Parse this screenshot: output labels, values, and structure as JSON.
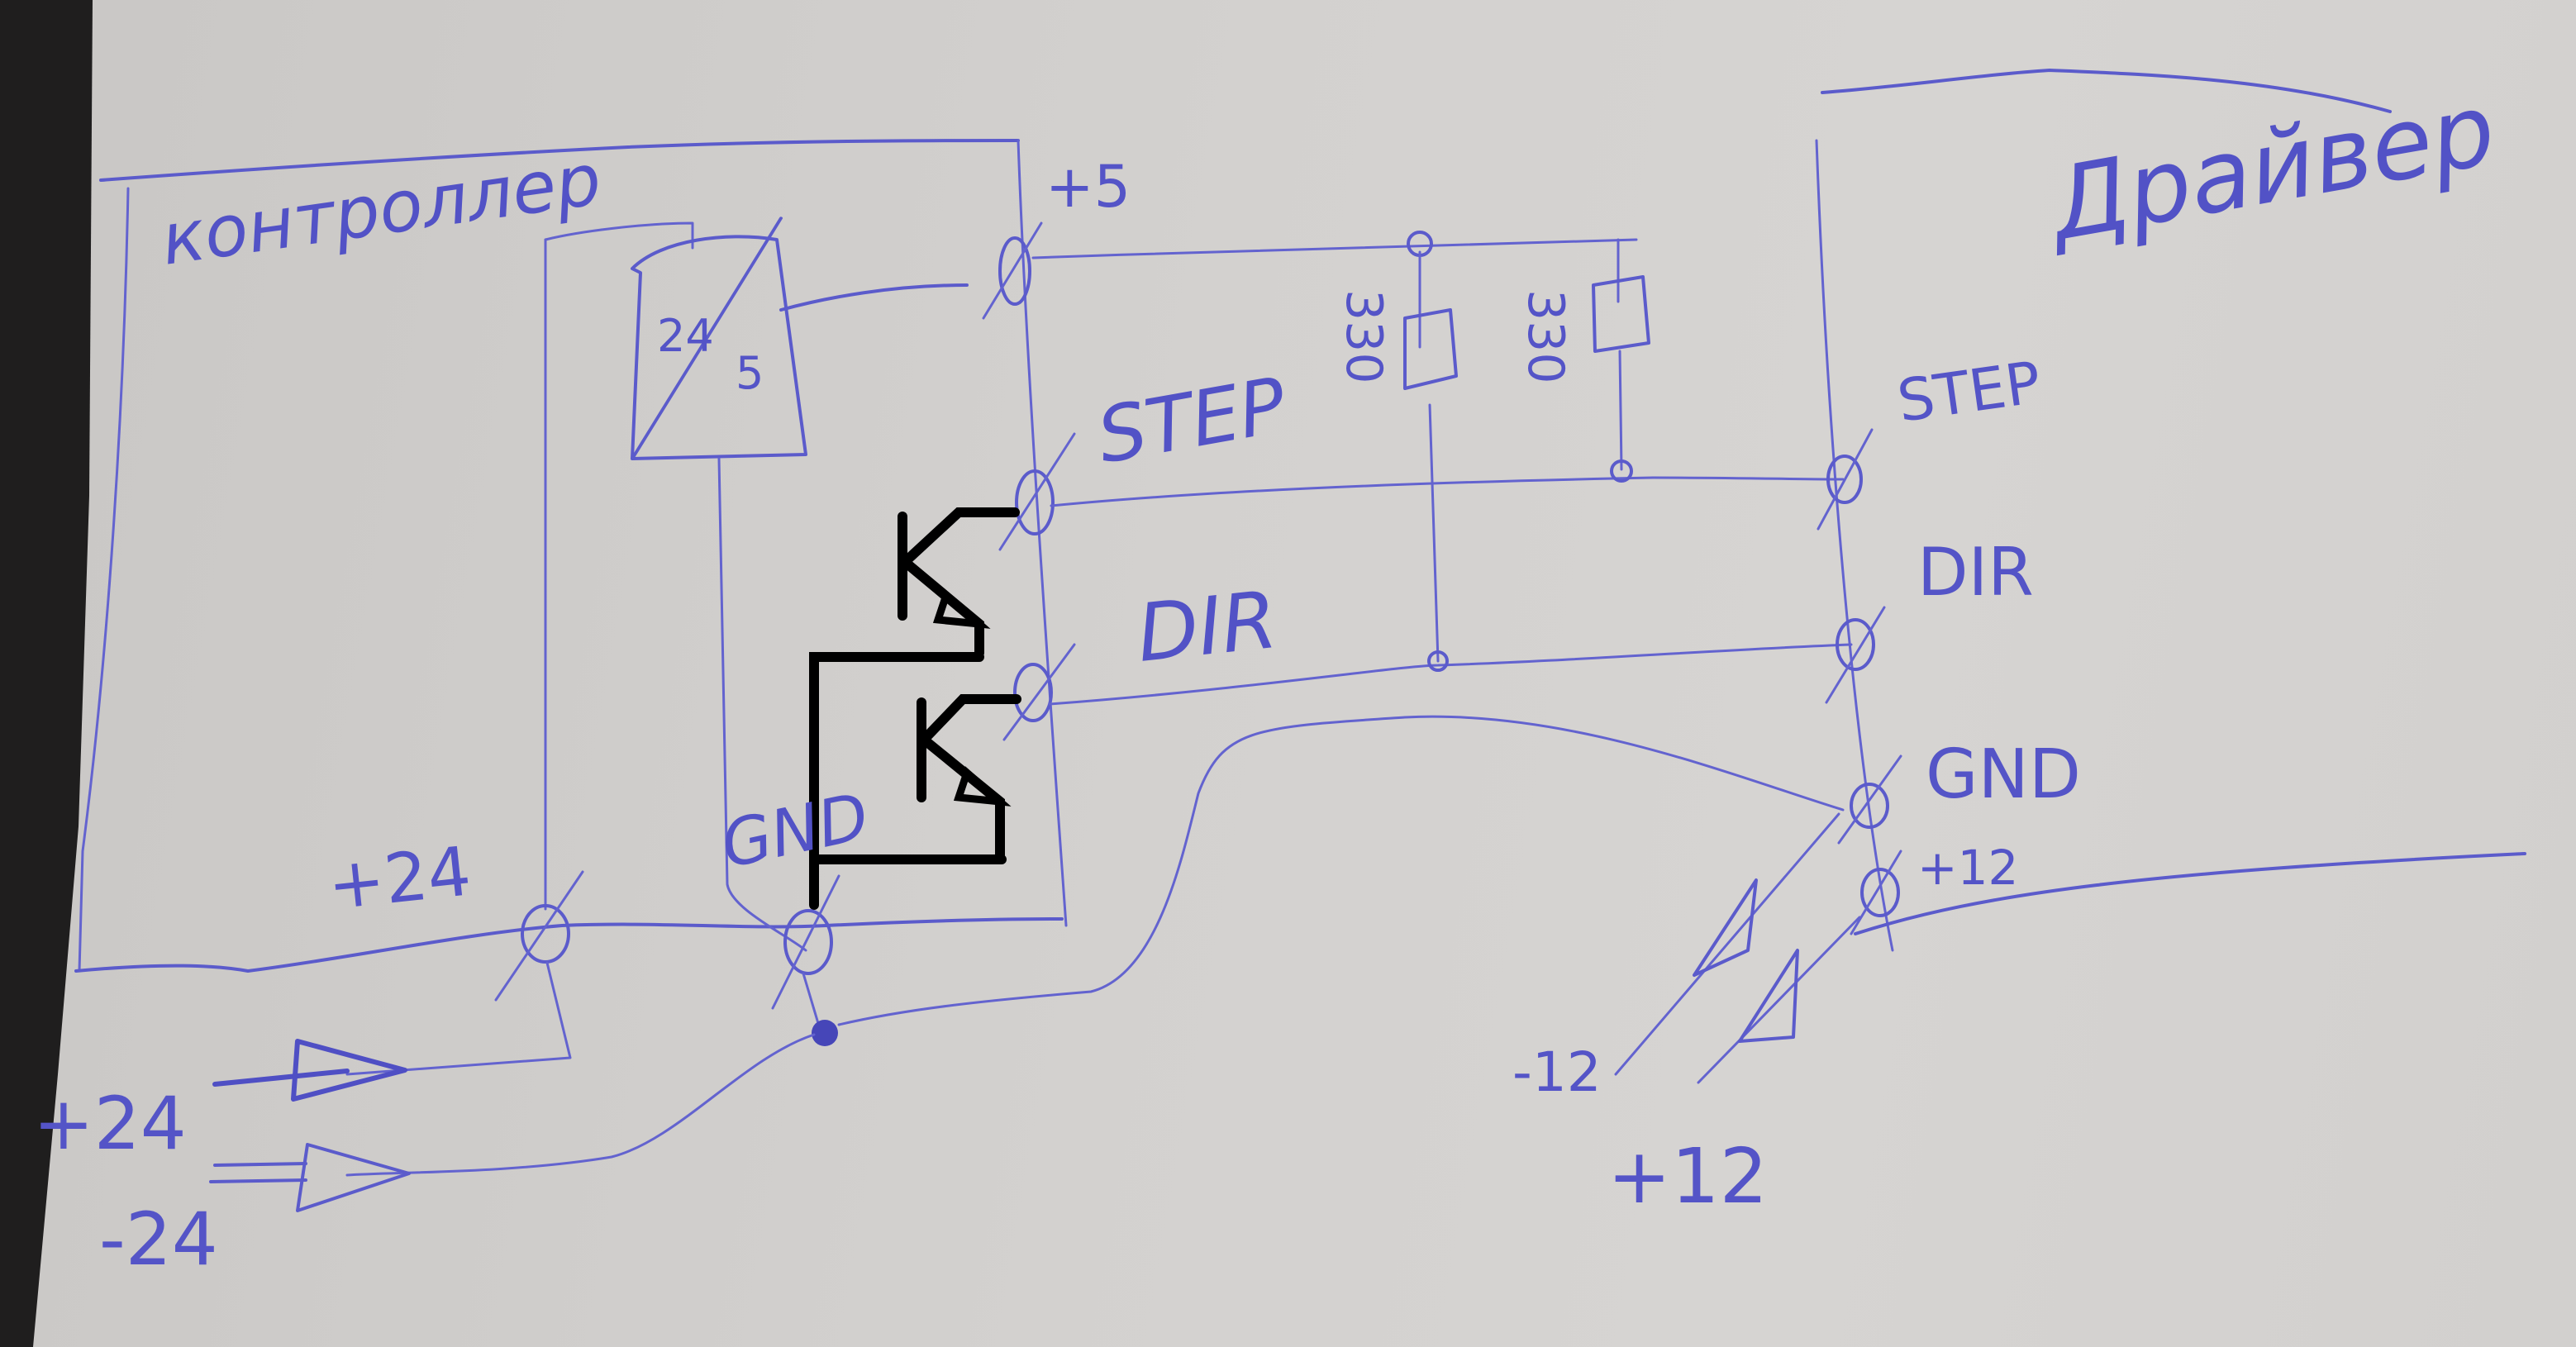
{
  "controller": {
    "title": "контроллер",
    "converter": {
      "input_label": "24",
      "output_label": "5"
    },
    "terminals": {
      "plus5": "+5",
      "step": "STEP",
      "dir": "DIR",
      "gnd": "GND",
      "plus24": "+24"
    }
  },
  "driver": {
    "title": "Драйвер",
    "terminals": {
      "step": "STEP",
      "dir": "DIR",
      "gnd": "GND",
      "plus12": "+12"
    }
  },
  "resistors": [
    {
      "label": "330"
    },
    {
      "label": "330"
    }
  ],
  "power_inputs": {
    "plus24": "+24",
    "minus24": "-24",
    "minus12": "-12",
    "plus12": "+12"
  },
  "colors": {
    "paper": "#d2d0ce",
    "pen": "#5b5bcb",
    "overlay_ink": "#000000",
    "background_edge": "#1e1d1d"
  }
}
